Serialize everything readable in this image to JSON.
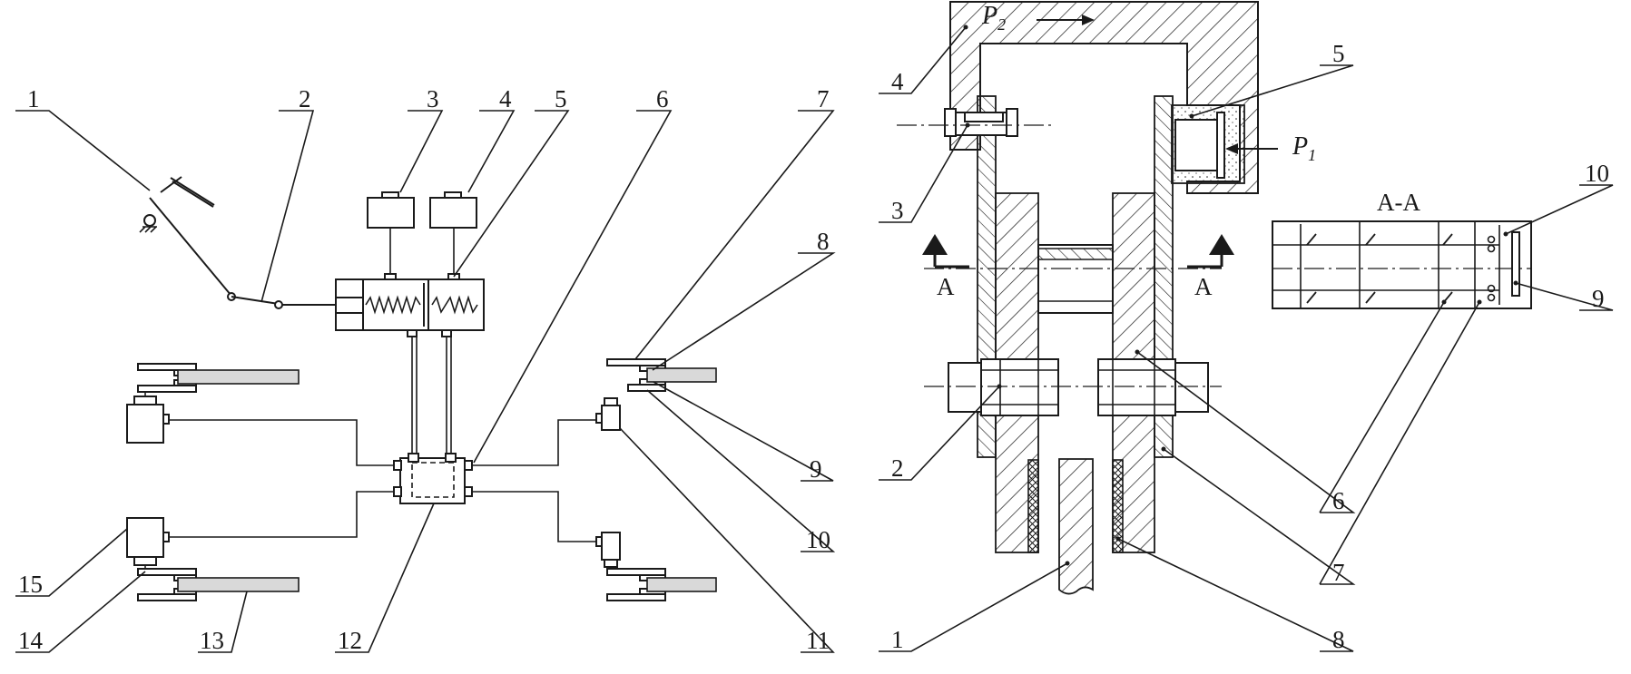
{
  "left_diagram": {
    "callouts": [
      "1",
      "2",
      "3",
      "4",
      "5",
      "6",
      "7",
      "8",
      "9",
      "10",
      "11",
      "12",
      "13",
      "14",
      "15"
    ]
  },
  "right_diagram": {
    "callouts": [
      "4",
      "5",
      "3",
      "2",
      "1",
      "6",
      "7",
      "8",
      "10",
      "9"
    ],
    "pressure_labels": {
      "p2_main": "P",
      "p2_sub": "2",
      "p1_main": "P",
      "p1_sub": "1"
    },
    "section_marker": "A",
    "section_title": "A-A"
  }
}
